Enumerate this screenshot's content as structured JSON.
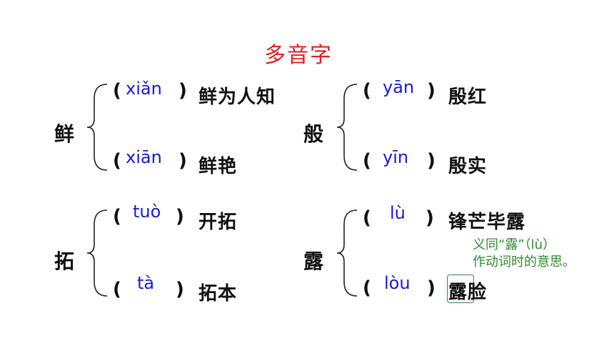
{
  "title": "多音字",
  "groups": [
    {
      "char": "鲜",
      "entries": [
        {
          "pinyin": "xiǎn",
          "word": "鲜为人知"
        },
        {
          "pinyin": "xiān",
          "word": "鲜艳"
        }
      ]
    },
    {
      "char": "般",
      "entries": [
        {
          "pinyin": "yān",
          "word": "殷红"
        },
        {
          "pinyin": "yīn",
          "word": "殷实"
        }
      ]
    },
    {
      "char": "拓",
      "entries": [
        {
          "pinyin": "tuò",
          "word": "开拓"
        },
        {
          "pinyin": "tà",
          "word": "拓本"
        }
      ]
    },
    {
      "char": "露",
      "entries": [
        {
          "pinyin": "lù",
          "word": "锋芒毕露"
        },
        {
          "pinyin": "lòu",
          "word": "露脸"
        }
      ]
    }
  ],
  "note": {
    "line1": "义同“露”（lù）",
    "line2": "作动词时的意思。"
  },
  "paren_open": "(",
  "paren_close": ")",
  "colors": {
    "title": "#e02020",
    "pinyin": "#1a1ad8",
    "note": "#2e8b2e"
  }
}
